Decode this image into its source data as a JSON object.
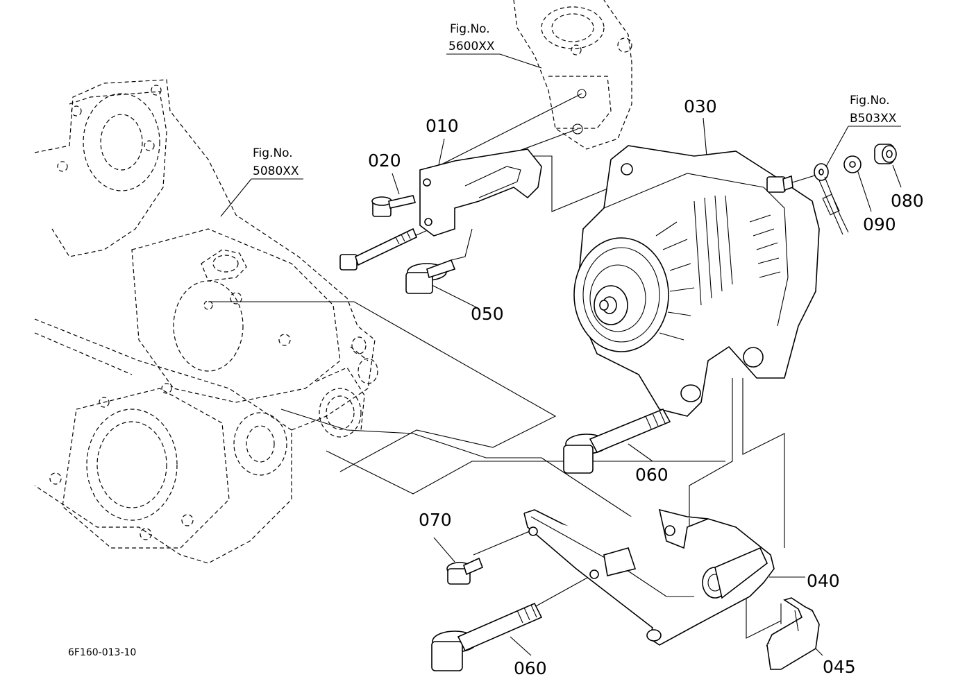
{
  "figure_refs": [
    {
      "id": "ref-5600",
      "caption": "Fig.No.",
      "number": "5600XX"
    },
    {
      "id": "ref-5080",
      "caption": "Fig.No.",
      "number": "5080XX"
    },
    {
      "id": "ref-b503",
      "caption": "Fig.No.",
      "number": "B503XX"
    }
  ],
  "part_labels": {
    "p010": "010",
    "p020": "020",
    "p030": "030",
    "p040": "040",
    "p045": "045",
    "p050": "050",
    "p060a": "060",
    "p060b": "060",
    "p070": "070",
    "p080": "080",
    "p090": "090"
  },
  "drawing_code": "6F160-013-10"
}
